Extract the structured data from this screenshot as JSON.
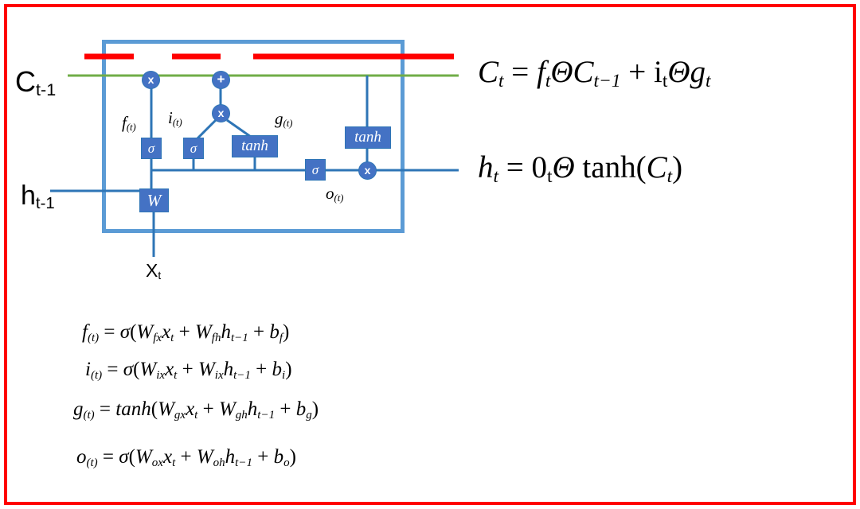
{
  "colors": {
    "border_red": "#FF0000",
    "cell_border_blue": "#5B9BD5",
    "node_blue": "#4472C4",
    "wire_blue": "#2E75B6",
    "state_green": "#70AD47",
    "text_black": "#000000",
    "node_text_white": "#FFFFFF"
  },
  "diagram": {
    "inputs": {
      "c_prev": [
        {
          "t": "C"
        },
        {
          "t": "t-1",
          "s": "sub"
        }
      ],
      "h_prev": [
        {
          "t": "h"
        },
        {
          "t": "t-1",
          "s": "sub"
        }
      ],
      "x_in": [
        {
          "t": "X"
        },
        {
          "t": "t",
          "s": "sub"
        }
      ]
    },
    "gate_labels": {
      "f": [
        {
          "t": "f",
          "s": "it"
        },
        {
          "t": "(t)",
          "s": "it sub"
        }
      ],
      "i": [
        {
          "t": "i",
          "s": "it"
        },
        {
          "t": "(t)",
          "s": "it sub"
        }
      ],
      "g": [
        {
          "t": "g",
          "s": "it"
        },
        {
          "t": "(t)",
          "s": "it sub"
        }
      ],
      "o": [
        {
          "t": "o",
          "s": "it"
        },
        {
          "t": "(t)",
          "s": "it sub"
        }
      ]
    },
    "boxes": {
      "sigma_f": "σ",
      "sigma_i": "σ",
      "tanh_g": "tanh",
      "sigma_o": "σ",
      "tanh_out": "tanh",
      "weight": "W"
    },
    "operators": {
      "forget_mul": "x",
      "state_add": "+",
      "input_mul": "x",
      "output_mul": "x"
    }
  },
  "equations": {
    "cell_state": [
      {
        "t": "C",
        "s": "it"
      },
      {
        "t": "t",
        "s": "it sub"
      },
      {
        "t": " = ",
        "s": ""
      },
      {
        "t": "f",
        "s": "it"
      },
      {
        "t": "t",
        "s": "it sub"
      },
      {
        "t": "Θ",
        "s": "it"
      },
      {
        "t": "C",
        "s": "it"
      },
      {
        "t": "t−1",
        "s": "it sub"
      },
      {
        "t": " + ",
        "s": ""
      },
      {
        "t": "i",
        "s": ""
      },
      {
        "t": "t",
        "s": "sub"
      },
      {
        "t": "Θ",
        "s": "it"
      },
      {
        "t": "g",
        "s": "it"
      },
      {
        "t": "t",
        "s": "it sub"
      }
    ],
    "hidden_state": [
      {
        "t": "h",
        "s": "it"
      },
      {
        "t": "t",
        "s": "it sub"
      },
      {
        "t": " = ",
        "s": ""
      },
      {
        "t": "0",
        "s": ""
      },
      {
        "t": "t",
        "s": "sub"
      },
      {
        "t": "Θ",
        "s": "it"
      },
      {
        "t": " tanh(",
        "s": ""
      },
      {
        "t": "C",
        "s": "it"
      },
      {
        "t": "t",
        "s": "it sub"
      },
      {
        "t": ")",
        "s": ""
      }
    ],
    "forget": [
      {
        "t": "f",
        "s": "it"
      },
      {
        "t": "(t)",
        "s": "it sub"
      },
      {
        "t": " = ",
        "s": ""
      },
      {
        "t": "σ",
        "s": "it"
      },
      {
        "t": "(",
        "s": ""
      },
      {
        "t": "W",
        "s": "it"
      },
      {
        "t": "fx",
        "s": "it sub"
      },
      {
        "t": "x",
        "s": "it"
      },
      {
        "t": "t",
        "s": "it sub"
      },
      {
        "t": " + ",
        "s": ""
      },
      {
        "t": "W",
        "s": "it"
      },
      {
        "t": "fh",
        "s": "it sub"
      },
      {
        "t": "h",
        "s": "it"
      },
      {
        "t": "t−1",
        "s": "it sub"
      },
      {
        "t": " + ",
        "s": ""
      },
      {
        "t": "b",
        "s": "it"
      },
      {
        "t": "f",
        "s": "it sub"
      },
      {
        "t": ")",
        "s": ""
      }
    ],
    "input": [
      {
        "t": "i",
        "s": "it"
      },
      {
        "t": "(t)",
        "s": "it sub"
      },
      {
        "t": " = ",
        "s": ""
      },
      {
        "t": "σ",
        "s": "it"
      },
      {
        "t": "(",
        "s": ""
      },
      {
        "t": "W",
        "s": "it"
      },
      {
        "t": "ix",
        "s": "it sub"
      },
      {
        "t": "x",
        "s": "it"
      },
      {
        "t": "t",
        "s": "it sub"
      },
      {
        "t": " + ",
        "s": ""
      },
      {
        "t": "W",
        "s": "it"
      },
      {
        "t": "ix",
        "s": "it sub"
      },
      {
        "t": "h",
        "s": "it"
      },
      {
        "t": "t−1",
        "s": "it sub"
      },
      {
        "t": " + ",
        "s": ""
      },
      {
        "t": "b",
        "s": "it"
      },
      {
        "t": "i",
        "s": "it sub"
      },
      {
        "t": ")",
        "s": ""
      }
    ],
    "gate": [
      {
        "t": "g",
        "s": "it"
      },
      {
        "t": "(t)",
        "s": "it sub"
      },
      {
        "t": " = ",
        "s": ""
      },
      {
        "t": "tanh",
        "s": "it"
      },
      {
        "t": "(",
        "s": ""
      },
      {
        "t": "W",
        "s": "it"
      },
      {
        "t": "gx",
        "s": "it sub"
      },
      {
        "t": "x",
        "s": "it"
      },
      {
        "t": "t",
        "s": "it sub"
      },
      {
        "t": " + ",
        "s": ""
      },
      {
        "t": "W",
        "s": "it"
      },
      {
        "t": "gh",
        "s": "it sub"
      },
      {
        "t": "h",
        "s": "it"
      },
      {
        "t": "t−1",
        "s": "it sub"
      },
      {
        "t": " + ",
        "s": ""
      },
      {
        "t": "b",
        "s": "it"
      },
      {
        "t": "g",
        "s": "it sub"
      },
      {
        "t": ")",
        "s": ""
      }
    ],
    "output": [
      {
        "t": "o",
        "s": "it"
      },
      {
        "t": "(t)",
        "s": "it sub"
      },
      {
        "t": " = ",
        "s": ""
      },
      {
        "t": "σ",
        "s": "it"
      },
      {
        "t": "(",
        "s": ""
      },
      {
        "t": "W",
        "s": "it"
      },
      {
        "t": "ox",
        "s": "it sub"
      },
      {
        "t": "x",
        "s": "it"
      },
      {
        "t": "t",
        "s": "it sub"
      },
      {
        "t": " + ",
        "s": ""
      },
      {
        "t": "W",
        "s": "it"
      },
      {
        "t": "oh",
        "s": "it sub"
      },
      {
        "t": "h",
        "s": "it"
      },
      {
        "t": "t−1",
        "s": "it sub"
      },
      {
        "t": " + ",
        "s": ""
      },
      {
        "t": "b",
        "s": "it"
      },
      {
        "t": "o",
        "s": "it sub"
      },
      {
        "t": ")",
        "s": ""
      }
    ]
  }
}
